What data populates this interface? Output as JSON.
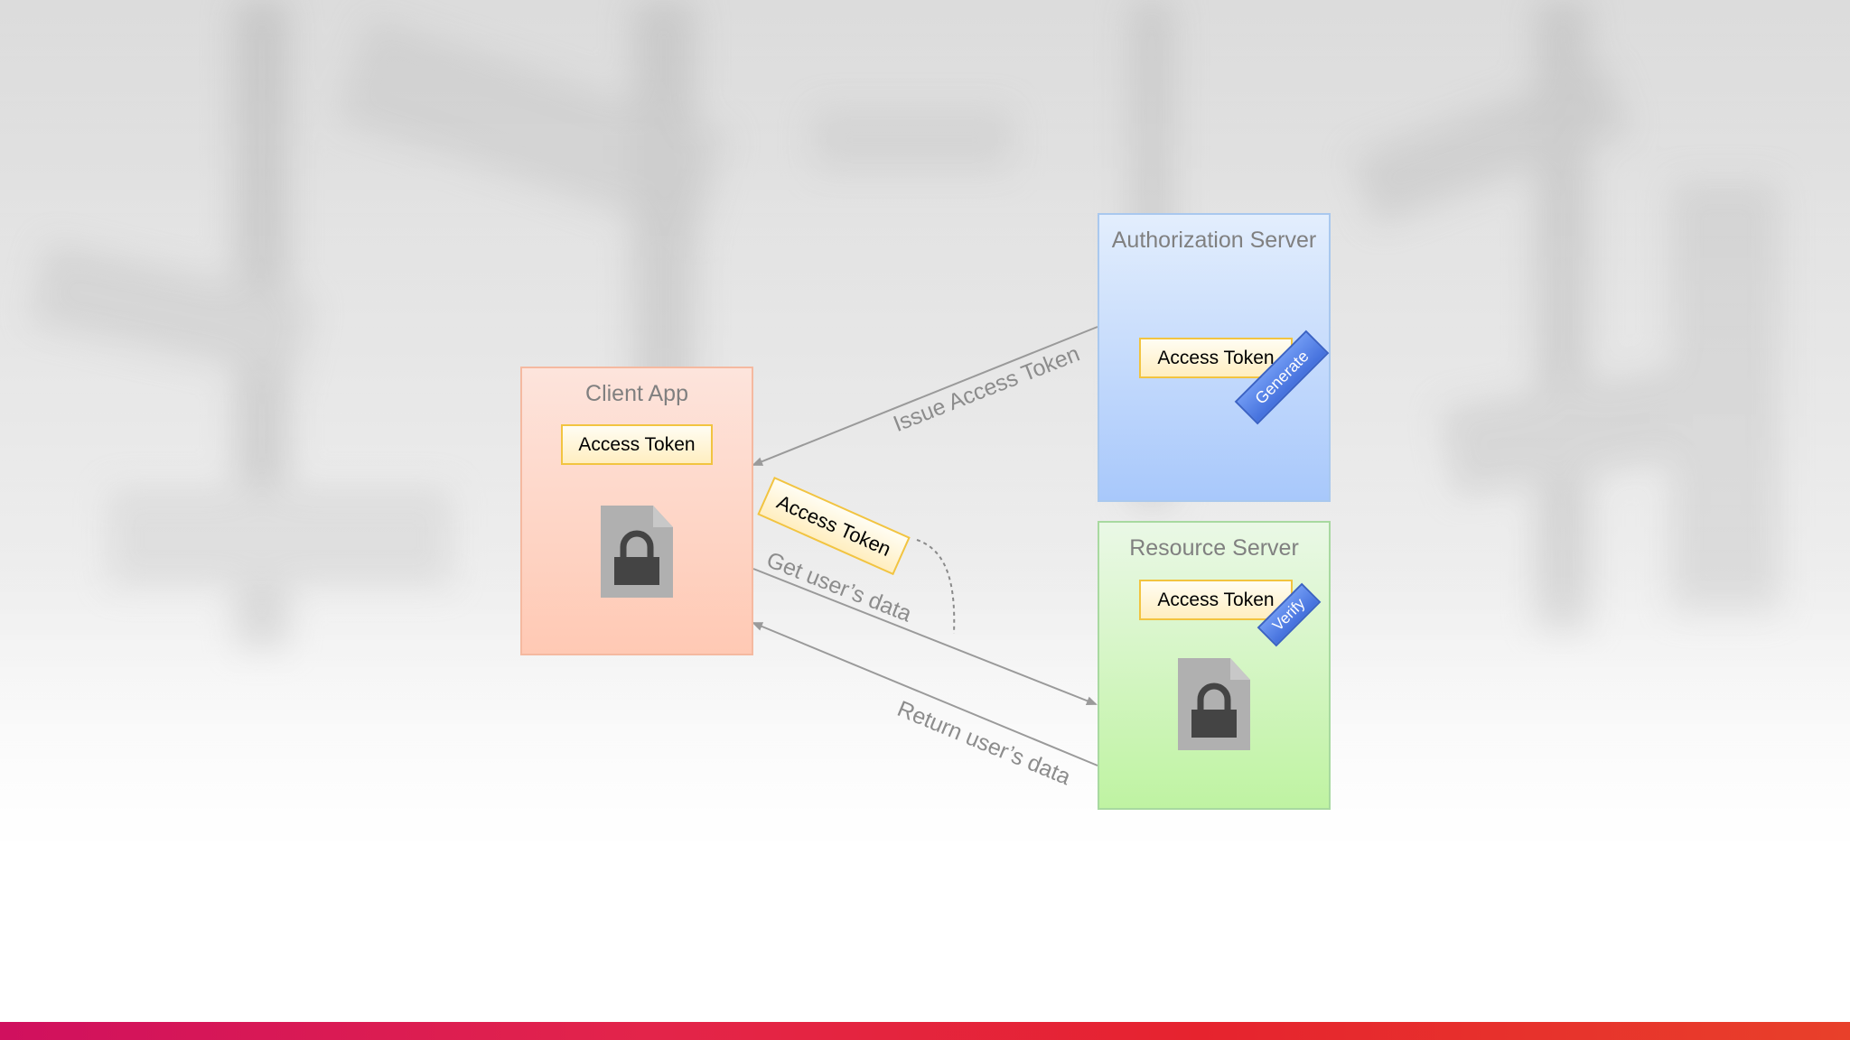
{
  "client": {
    "title": "Client App",
    "token": "Access Token"
  },
  "auth": {
    "title": "Authorization Server",
    "token": "Access Token",
    "badge": "Generate"
  },
  "resource": {
    "title": "Resource Server",
    "token": "Access Token",
    "badge": "Verify"
  },
  "flows": {
    "issue": "Issue Access Token",
    "get": "Get user’s data",
    "ret": "Return user’s data",
    "carried_token": "Access Token"
  },
  "colors": {
    "client_fill": "#ffc9b4",
    "auth_fill": "#a8c8fb",
    "resource_fill": "#bff3a2",
    "token_border": "#f2c440",
    "badge": "#4470dc",
    "arrow": "#9a9a9a",
    "bottom_bar": "#e3244a"
  },
  "icons": [
    "lock-document-icon",
    "lock-document-icon"
  ]
}
